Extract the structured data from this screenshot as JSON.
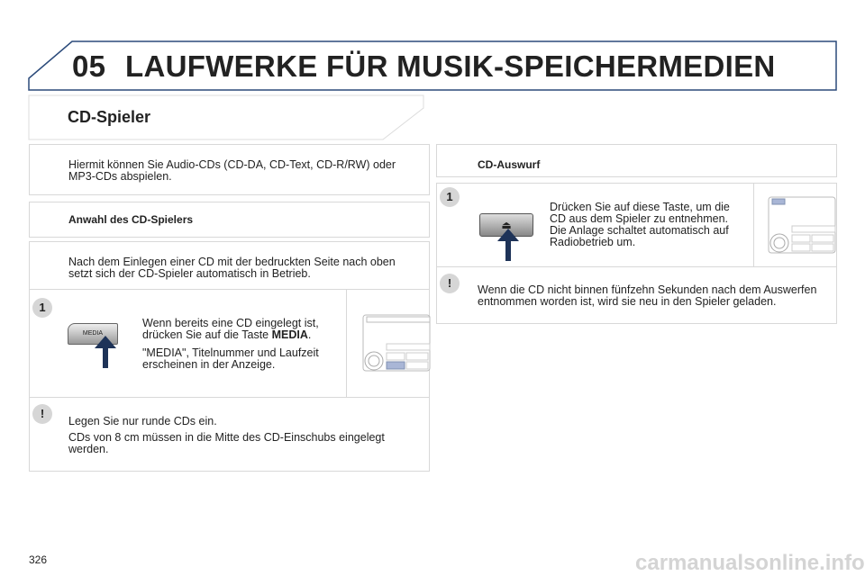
{
  "header": {
    "chapter": "05",
    "title": "LAUFWERKE FÜR MUSIK-SPEICHERMEDIEN"
  },
  "section": {
    "title": "CD-Spieler"
  },
  "intro": "Hiermit können Sie Audio-CDs (CD-DA, CD-Text, CD-R/RW) oder MP3-CDs abspielen.",
  "left": {
    "subtitle": "Anwahl des CD-Spielers",
    "para": "Nach dem Einlegen einer CD mit der bedruckten Seite nach oben setzt sich der CD-Spieler automatisch in Betrieb.",
    "step_number": "1",
    "step_button_label": "MEDIA",
    "step_text_1": "Wenn bereits eine CD eingelegt ist, drücken Sie auf die Taste ",
    "step_text_bold": "MEDIA",
    "step_text_end": ".",
    "step_text_2": "\"MEDIA\", Titelnummer und Laufzeit erscheinen in der Anzeige.",
    "warning_mark": "!",
    "warning_1": "Legen Sie nur runde CDs ein.",
    "warning_2": "CDs von 8 cm müssen in die Mitte des CD-Einschubs eingelegt werden."
  },
  "right": {
    "subtitle": "CD-Auswurf",
    "step_number": "1",
    "step_text": "Drücken Sie auf diese Taste, um die CD aus dem Spieler zu entnehmen. Die Anlage schaltet automatisch auf Radiobetrieb um.",
    "warning_mark": "!",
    "warning": "Wenn die CD nicht binnen fünfzehn Sekunden nach dem Auswerfen entnommen worden ist, wird sie neu in den Spieler geladen."
  },
  "page_number": "326",
  "watermark": "carmanualsonline.info",
  "colors": {
    "header_border": "#2b4a7a",
    "arrow": "#1e3358",
    "highlight": "#a9b6d6"
  }
}
